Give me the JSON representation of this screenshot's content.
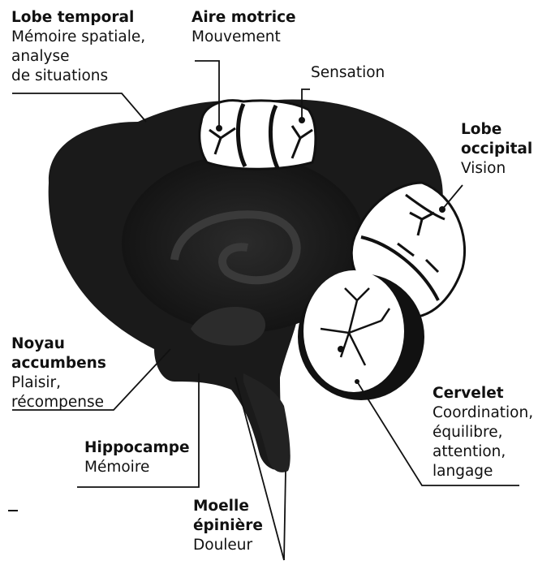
{
  "labels": {
    "temporal": {
      "title": "Lobe temporal",
      "lines": [
        "Mémoire spatiale,",
        "analyse",
        "de situations"
      ]
    },
    "motor": {
      "title": "Aire motrice",
      "lines": [
        "Mouvement"
      ]
    },
    "sensation": {
      "title": "",
      "lines": [
        "Sensation"
      ]
    },
    "occipital": {
      "title_lines": [
        "Lobe",
        "occipital"
      ],
      "lines": [
        "Vision"
      ]
    },
    "accumbens": {
      "title_lines": [
        "Noyau",
        "accumbens"
      ],
      "lines": [
        "Plaisir,",
        "récompense"
      ]
    },
    "hippocampus": {
      "title": "Hippocampe",
      "lines": [
        "Mémoire"
      ]
    },
    "cerebellum": {
      "title": "Cervelet",
      "lines": [
        "Coordination,",
        "équilibre,",
        "attention,",
        "langage"
      ]
    },
    "spinal": {
      "title_lines": [
        "Moelle",
        "épinière"
      ],
      "lines": [
        "Douleur"
      ]
    }
  },
  "colors": {
    "brain": "#1a1a1a",
    "highlight": "#ffffff",
    "line": "#111111"
  }
}
